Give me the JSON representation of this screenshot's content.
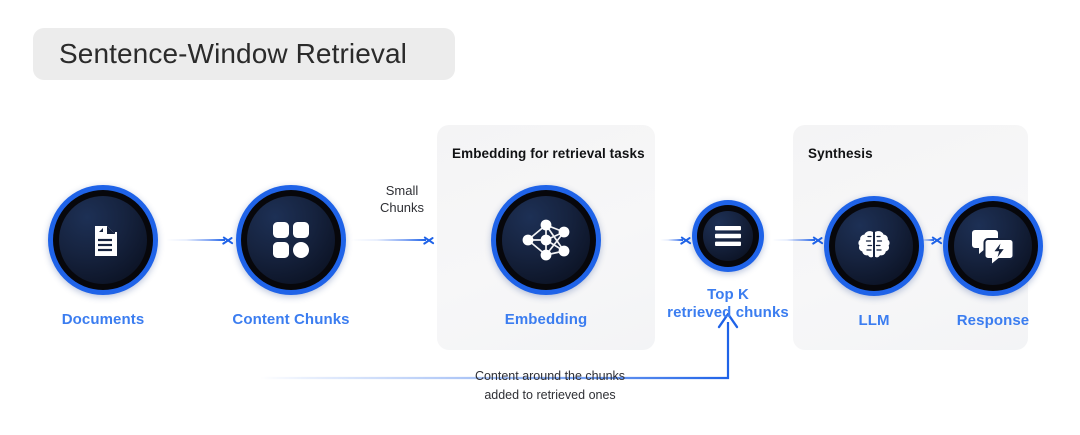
{
  "title": {
    "text": "Sentence-Window Retrieval"
  },
  "panels": [
    {
      "id": "embedding",
      "title": "Embedding for retrieval tasks"
    },
    {
      "id": "synthesis",
      "title": "Synthesis"
    }
  ],
  "nodes": [
    {
      "id": "documents",
      "label": "Documents",
      "icon": "documents-icon"
    },
    {
      "id": "chunks",
      "label": "Content Chunks",
      "icon": "grid-chunks-icon"
    },
    {
      "id": "embedding",
      "label": "Embedding",
      "icon": "neural-network-icon"
    },
    {
      "id": "topk",
      "label": "Top K\nretrieved chunks",
      "label_line1": "Top K",
      "label_line2": "retrieved chunks",
      "icon": "list-lines-icon"
    },
    {
      "id": "llm",
      "label": "LLM",
      "icon": "brain-icon"
    },
    {
      "id": "response",
      "label": "Response",
      "icon": "chat-bubbles-bolt-icon"
    }
  ],
  "edges": {
    "small_chunks_line1": "Small",
    "small_chunks_line2": "Chunks",
    "feedback_line1": "Content around the chunks",
    "feedback_line2": "added to retrieved ones"
  },
  "colors": {
    "accent_blue": "#3b7df0",
    "arrow_blue": "#1f63e8",
    "ring_blue": "#1f63e8",
    "node_face_dark": "#16233f",
    "panel_bg": "#f4f4f5",
    "title_pill_bg": "#ececec",
    "page_bg": "#ffffff",
    "text_dark": "#2b2b2b"
  }
}
